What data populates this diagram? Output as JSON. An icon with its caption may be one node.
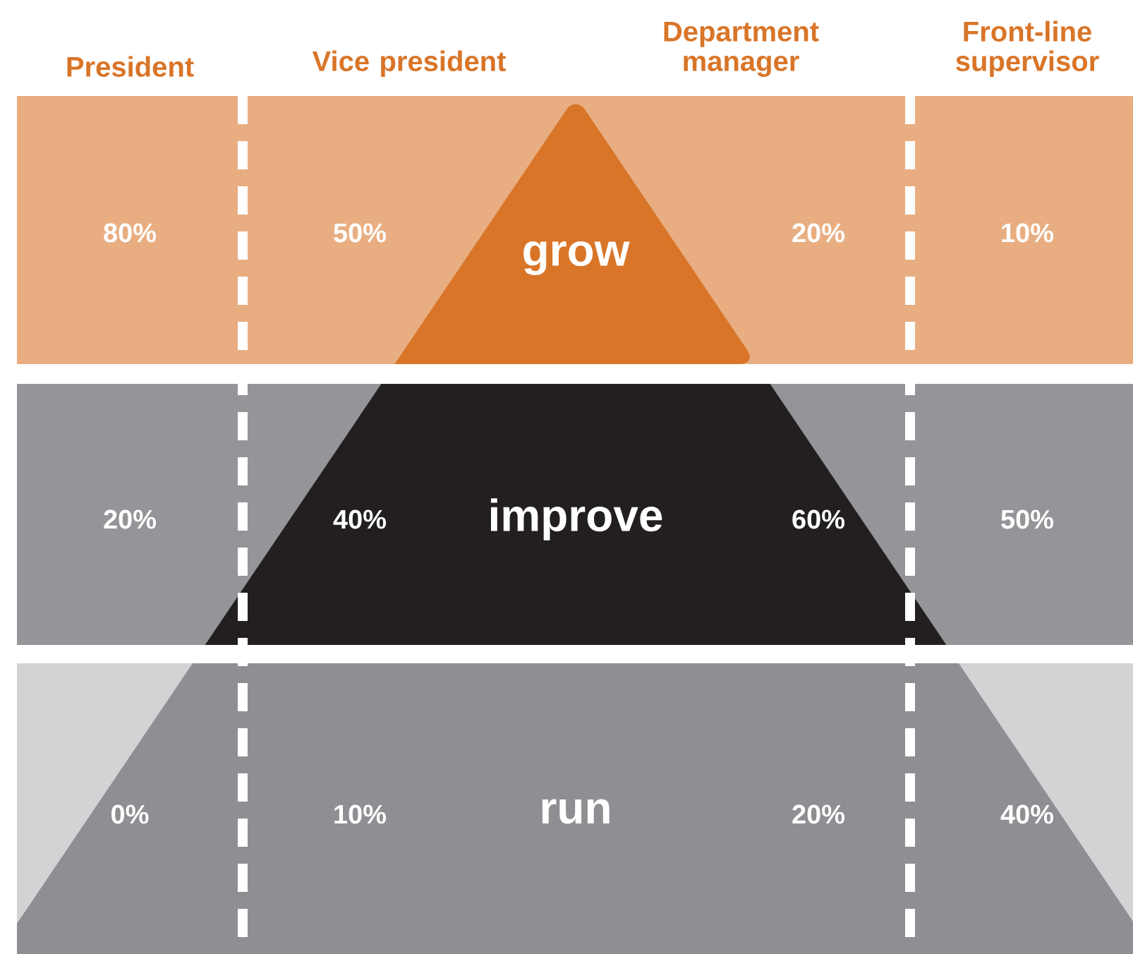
{
  "diagram": {
    "nodes": [
      {
        "text": [
          "grow"
        ]
      },
      {
        "text": [
          "improve"
        ]
      },
      {
        "text": [
          "run"
        ]
      }
    ],
    "labels": [
      "President",
      "Vice president",
      "Department manager",
      "Front-line supervisor",
      "80%",
      "50%",
      "20%",
      "10%",
      "20%",
      "40%",
      "60%",
      "50%",
      "0%",
      "10%",
      "20%",
      "40%"
    ]
  }
}
